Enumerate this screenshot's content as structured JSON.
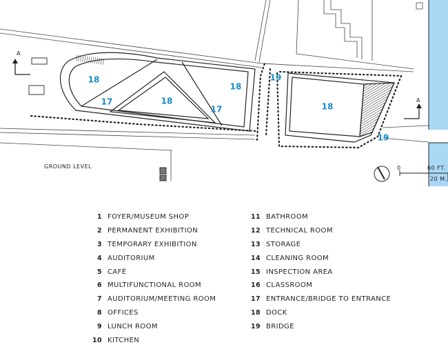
{
  "plan": {
    "floor_label": "GROUND LEVEL",
    "section_marker": "A",
    "scale": {
      "zero": "0",
      "feet": "60 FT.",
      "meters": "20 M."
    },
    "zones": [
      {
        "id": "dock-1",
        "number": "18"
      },
      {
        "id": "entrance-1",
        "number": "17"
      },
      {
        "id": "dock-2",
        "number": "18"
      },
      {
        "id": "dock-3",
        "number": "18"
      },
      {
        "id": "entrance-2",
        "number": "17"
      },
      {
        "id": "bridge-1",
        "number": "19"
      },
      {
        "id": "dock-4",
        "number": "18"
      },
      {
        "id": "bridge-2",
        "number": "19"
      }
    ]
  },
  "legend": {
    "col1": [
      {
        "num": "1",
        "label": "FOYER/MUSEUM SHOP"
      },
      {
        "num": "2",
        "label": "PERMANENT EXHIBITION"
      },
      {
        "num": "3",
        "label": "TEMPORARY EXHIBITION"
      },
      {
        "num": "4",
        "label": "AUDITORIUM"
      },
      {
        "num": "5",
        "label": "CAFÉ"
      },
      {
        "num": "6",
        "label": "MULTIFUNCTIONAL ROOM"
      },
      {
        "num": "7",
        "label": "AUDITORIUM/MEETING ROOM"
      },
      {
        "num": "8",
        "label": "OFFICES"
      },
      {
        "num": "9",
        "label": "LUNCH ROOM"
      },
      {
        "num": "10",
        "label": "KITCHEN"
      }
    ],
    "col2": [
      {
        "num": "11",
        "label": "BATHROOM"
      },
      {
        "num": "12",
        "label": "TECHNICAL ROOM"
      },
      {
        "num": "13",
        "label": "STORAGE"
      },
      {
        "num": "14",
        "label": "CLEANING ROOM"
      },
      {
        "num": "15",
        "label": "INSPECTION AREA"
      },
      {
        "num": "16",
        "label": "CLASSROOM"
      },
      {
        "num": "17",
        "label": "ENTRANCE/BRIDGE TO ENTRANCE"
      },
      {
        "num": "18",
        "label": "DOCK"
      },
      {
        "num": "19",
        "label": "BRIDGE"
      }
    ]
  },
  "colors": {
    "water": "#a9d8f5",
    "label": "#1a8ccc",
    "line": "#222222"
  }
}
